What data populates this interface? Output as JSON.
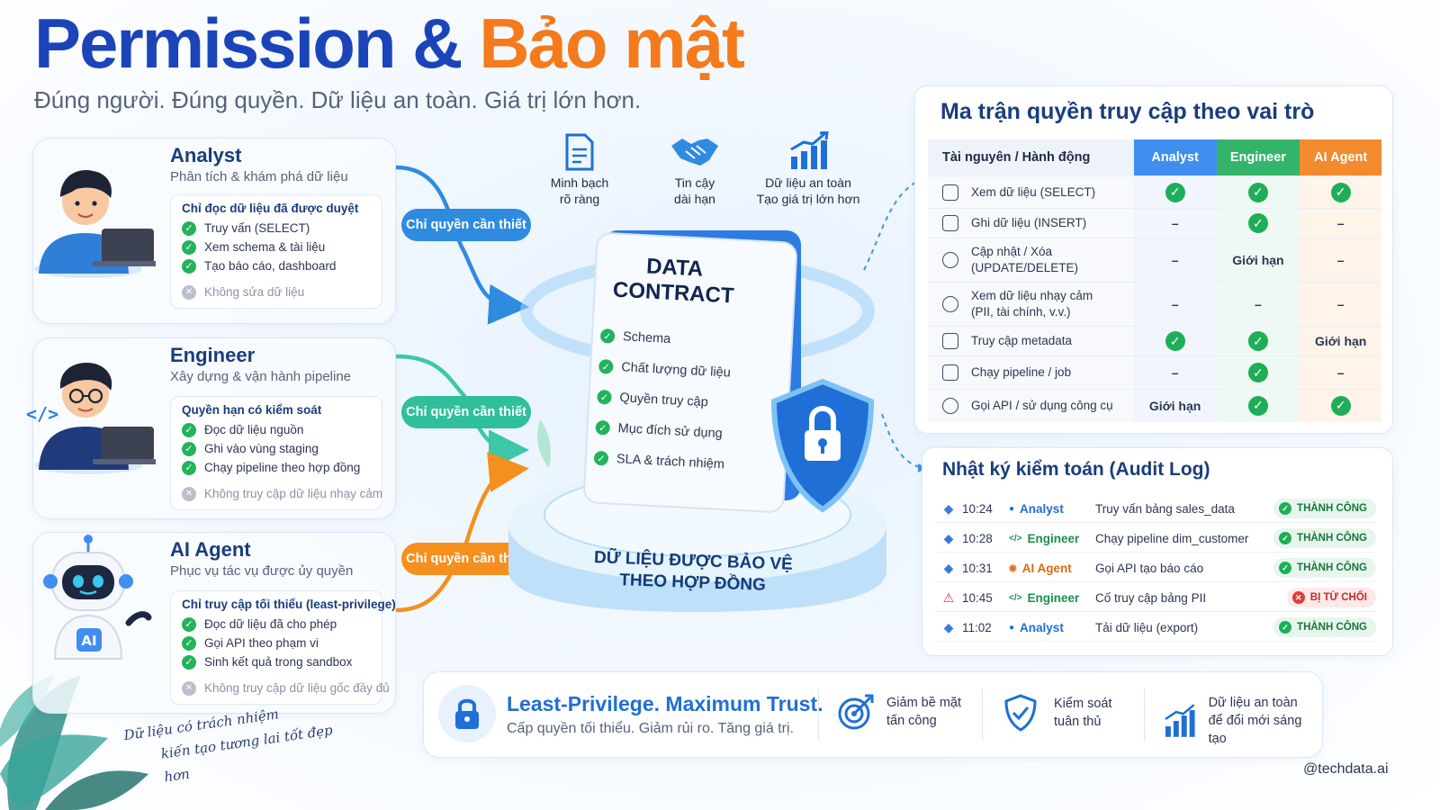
{
  "header": {
    "title_part1": "Permission &",
    "title_part2": "Bảo mật",
    "subtitle": "Đúng người. Đúng quyền. Dữ liệu an toàn. Giá trị lớn hơn."
  },
  "roles": [
    {
      "name": "Analyst",
      "desc": "Phân tích & khám phá dữ liệu",
      "box_title": "Chỉ đọc dữ liệu đã được duyệt",
      "allowed": [
        "Truy vấn (SELECT)",
        "Xem schema & tài liệu",
        "Tạo báo cáo, dashboard"
      ],
      "denied": "Không sửa dữ liệu"
    },
    {
      "name": "Engineer",
      "desc": "Xây dựng & vận hành pipeline",
      "box_title": "Quyền hạn có kiểm soát",
      "allowed": [
        "Đọc dữ liệu nguồn",
        "Ghi vào vùng staging",
        "Chạy pipeline theo hợp đồng"
      ],
      "denied": "Không truy cập dữ liệu nhạy cảm"
    },
    {
      "name": "AI Agent",
      "desc": "Phục vụ tác vụ được ủy quyền",
      "box_title": "Chỉ truy cập tối thiểu (least-privilege)",
      "allowed": [
        "Đọc dữ liệu đã cho phép",
        "Gọi API theo phạm vi",
        "Sinh kết quả trong sandbox"
      ],
      "denied": "Không truy cập dữ liệu gốc đầy đủ",
      "badge": "AI"
    }
  ],
  "pill_label": "Chỉ quyền cần thiết",
  "top_icons": [
    {
      "line1": "Minh bạch",
      "line2": "rõ ràng",
      "icon": "document-icon"
    },
    {
      "line1": "Tin cậy",
      "line2": "dài hạn",
      "icon": "handshake-icon"
    },
    {
      "line1": "Dữ liệu an toàn",
      "line2": "Tạo giá trị lớn hơn",
      "icon": "growth-chart-icon"
    }
  ],
  "contract": {
    "title_line1": "DATA",
    "title_line2": "CONTRACT",
    "items": [
      "Schema",
      "Chất lượng dữ liệu",
      "Quyền truy cập",
      "Mục đích sử dụng",
      "SLA & trách nhiệm"
    ],
    "base_line1": "DỮ LIỆU ĐƯỢC BẢO VỆ",
    "base_line2": "THEO HỢP ĐỒNG"
  },
  "matrix": {
    "title": "Ma trận quyền truy cập theo vai trò",
    "col_resource": "Tài nguyên / Hành động",
    "col_analyst": "Analyst",
    "col_engineer": "Engineer",
    "col_agent": "AI Agent",
    "rows": [
      {
        "line1": "Xem dữ liệu (SELECT)",
        "line2": "",
        "analyst": "ok",
        "engineer": "ok",
        "agent": "ok"
      },
      {
        "line1": "Ghi dữ liệu (INSERT)",
        "line2": "",
        "analyst": "–",
        "engineer": "ok",
        "agent": "–"
      },
      {
        "line1": "Cập nhật / Xóa",
        "line2": "(UPDATE/DELETE)",
        "analyst": "–",
        "engineer": "Giới hạn",
        "agent": "–"
      },
      {
        "line1": "Xem dữ liệu nhạy cảm",
        "line2": "(PII, tài chính, v.v.)",
        "analyst": "–",
        "engineer": "–",
        "agent": "–"
      },
      {
        "line1": "Truy cập metadata",
        "line2": "",
        "analyst": "ok",
        "engineer": "ok",
        "agent": "Giới hạn"
      },
      {
        "line1": "Chạy pipeline / job",
        "line2": "",
        "analyst": "–",
        "engineer": "ok",
        "agent": "–"
      },
      {
        "line1": "Gọi API / sử dụng công cụ",
        "line2": "",
        "analyst": "Giới hạn",
        "engineer": "ok",
        "agent": "ok"
      }
    ]
  },
  "audit": {
    "title": "Nhật ký kiểm toán (Audit Log)",
    "rows": [
      {
        "time": "10:24",
        "who": "Analyst",
        "action": "Truy vấn bảng sales_data",
        "status": "THÀNH CÔNG",
        "ok": true
      },
      {
        "time": "10:28",
        "who": "Engineer",
        "action": "Chạy pipeline dim_customer",
        "status": "THÀNH CÔNG",
        "ok": true
      },
      {
        "time": "10:31",
        "who": "AI Agent",
        "action": "Gọi API tạo báo cáo",
        "status": "THÀNH CÔNG",
        "ok": true
      },
      {
        "time": "10:45",
        "who": "Engineer",
        "action": "Cố truy cập bảng PII",
        "status": "BỊ TỪ CHỐI",
        "ok": false
      },
      {
        "time": "11:02",
        "who": "Analyst",
        "action": "Tải dữ liệu (export)",
        "status": "THÀNH CÔNG",
        "ok": true
      }
    ]
  },
  "bottom": {
    "headline": "Least-Privilege. Maximum Trust.",
    "tagline": "Cấp quyền tối thiểu. Giảm rủi ro. Tăng giá trị.",
    "features": [
      {
        "line1": "Giảm bề mặt",
        "line2": "tấn công"
      },
      {
        "line1": "Kiểm soát",
        "line2": "tuân thủ"
      },
      {
        "line1": "Dữ liệu an toàn",
        "line2": "để đổi mới sáng tạo"
      }
    ]
  },
  "handwritten_line1": "Dữ liệu có trách nhiệm",
  "handwritten_line2": "kiến tạo tương lai tốt đẹp hơn",
  "credit": "@techdata.ai",
  "colors": {
    "navy": "#1a44b8",
    "orange": "#f57a1c",
    "blue": "#3f8ef0",
    "green": "#34b36b",
    "amber": "#f28a2e"
  }
}
